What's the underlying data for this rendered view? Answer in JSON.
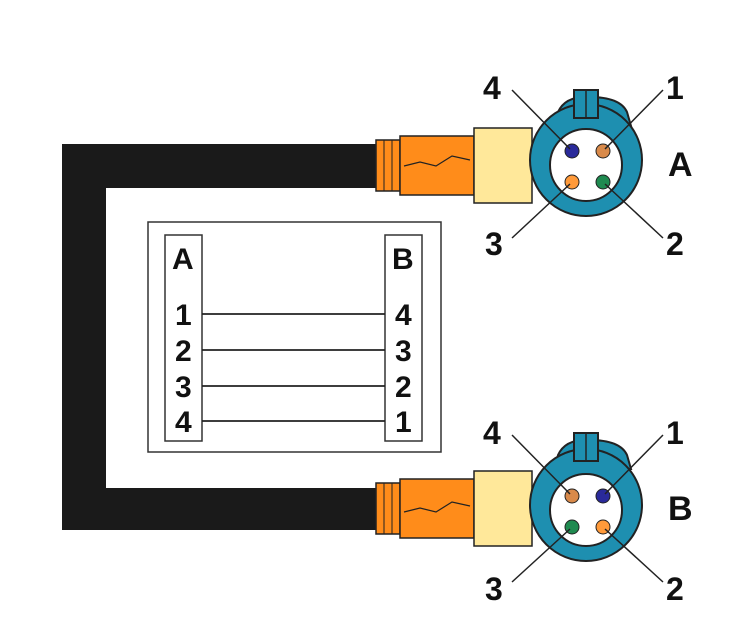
{
  "connectors": [
    {
      "label": "A",
      "pins": {
        "p1": "1",
        "p2": "2",
        "p3": "3",
        "p4": "4"
      }
    },
    {
      "label": "B",
      "pins": {
        "p1": "1",
        "p2": "2",
        "p3": "3",
        "p4": "4"
      }
    }
  ],
  "pinout_table": {
    "left_header": "A",
    "right_header": "B",
    "rows": [
      {
        "a": "1",
        "b": "4"
      },
      {
        "a": "2",
        "b": "3"
      },
      {
        "a": "3",
        "b": "2"
      },
      {
        "a": "4",
        "b": "1"
      }
    ]
  },
  "colors": {
    "cable": "#1a1a1a",
    "strain_relief": "#ff8c1a",
    "housing": "#ffe89a",
    "connector_body": "#1e8fb0",
    "pin_blue": "#2a2a9a",
    "pin_orange": "#ff9a3a",
    "pin_green": "#1f8a50",
    "pin_brown": "#d98a4a"
  }
}
